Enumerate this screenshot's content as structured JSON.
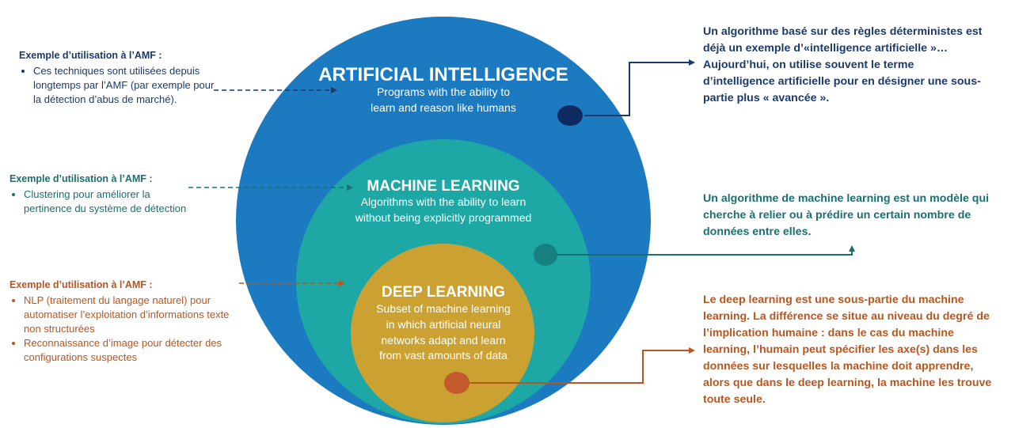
{
  "colors": {
    "ai_circle": "#1b7ac0",
    "ml_circle": "#1ea8a5",
    "dl_circle": "#cba132",
    "ai_text": "#1b3a6b",
    "ml_text": "#1a6f73",
    "dl_text": "#b8561f"
  },
  "circles": {
    "ai": {
      "title": "ARTIFICIAL INTELLIGENCE",
      "subtitle": [
        "Programs with the ability to",
        "learn and reason like humans"
      ]
    },
    "ml": {
      "title": "MACHINE LEARNING",
      "subtitle": [
        "Algorithms with the ability to learn",
        "without being explicitly programmed"
      ]
    },
    "dl": {
      "title": "DEEP LEARNING",
      "subtitle": [
        "Subset of machine learning",
        "in which artificial neural",
        "networks adapt and learn",
        "from vast amounts of data"
      ]
    }
  },
  "examples": {
    "ai": {
      "heading": "Exemple d’utilisation à l’AMF :",
      "items": [
        "Ces techniques sont utilisées depuis longtemps par l’AMF (par exemple pour la détection d’abus de marché)."
      ]
    },
    "ml": {
      "heading": "Exemple d’utilisation à l’AMF :",
      "items": [
        "Clustering pour améliorer la pertinence du système de détection"
      ]
    },
    "dl": {
      "heading": "Exemple d’utilisation à l’AMF :",
      "items": [
        "NLP (traitement du langage naturel) pour automatiser l’exploitation d’informations texte non structurées",
        "Reconnaissance d’image pour détecter des configurations suspectes"
      ]
    }
  },
  "notes": {
    "ai": "Un algorithme basé sur des règles déterministes est déjà un exemple d’«intelligence artificielle »… Aujourd’hui, on utilise souvent le terme d’intelligence artificielle pour en désigner une sous-partie plus « avancée ».",
    "ml": "Un algorithme de machine learning est un modèle qui cherche à relier ou à prédire un certain nombre de données entre elles.",
    "dl": "Le deep learning est une sous-partie du machine learning. La différence se situe au niveau du degré de l’implication humaine : dans le cas du machine learning, l’humain peut spécifier les axe(s) dans les données sur lesquelles la machine doit apprendre, alors que dans le deep learning, la machine les trouve toute seule."
  }
}
